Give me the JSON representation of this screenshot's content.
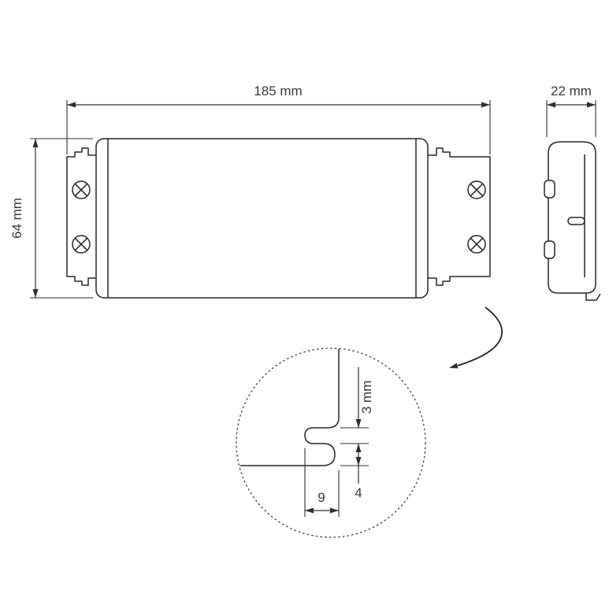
{
  "dimensions": {
    "width_label": "185 mm",
    "height_label": "64 mm",
    "depth_label": "22 mm"
  },
  "detail": {
    "lip_label": "3 mm",
    "gap_label": "4",
    "slot_width_label": "9"
  },
  "colors": {
    "line": "#262626",
    "text": "#383838",
    "background": "#ffffff"
  }
}
